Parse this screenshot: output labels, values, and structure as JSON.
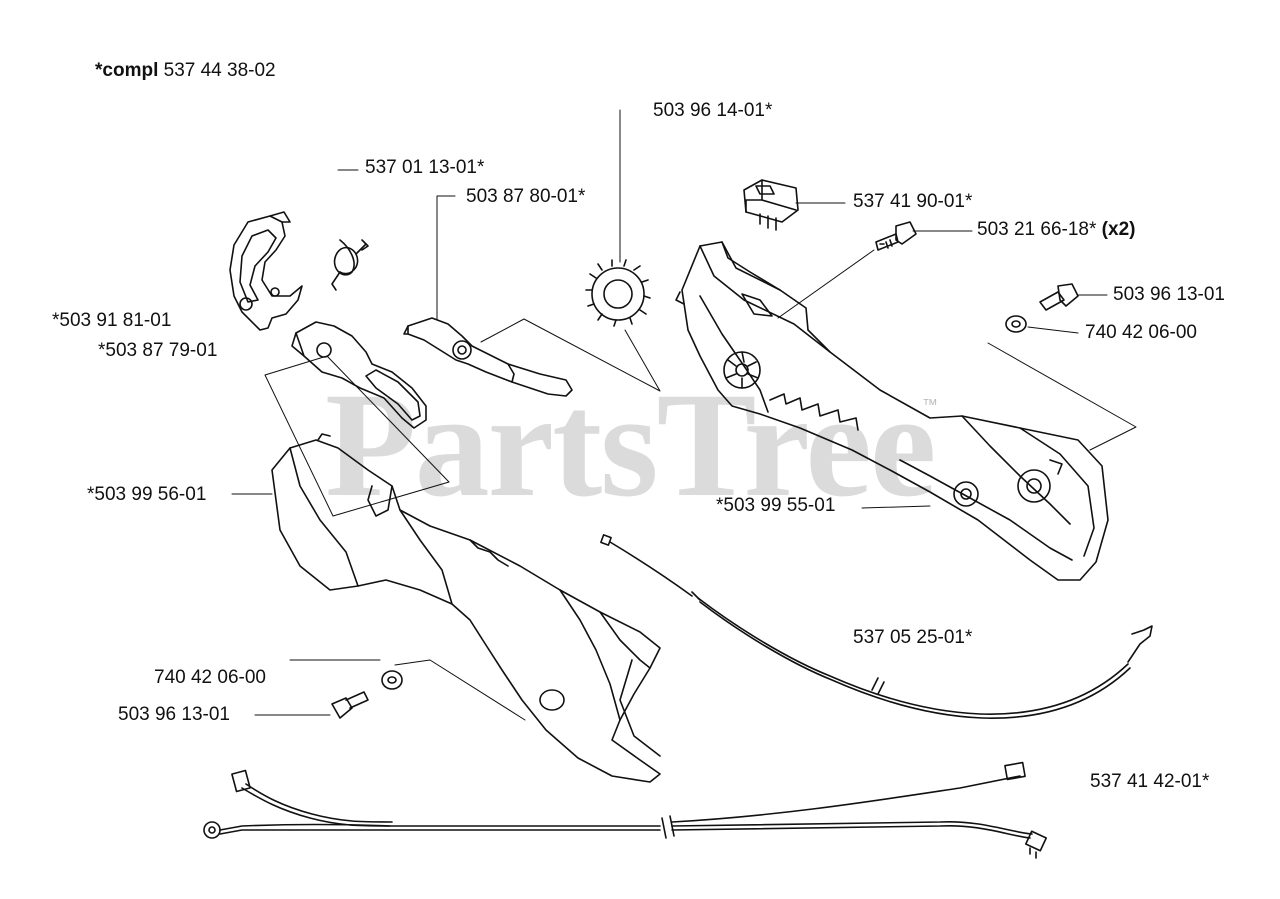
{
  "watermark": {
    "text": "PartsTree",
    "mark": "™"
  },
  "header": {
    "compl_prefix": "*compl",
    "compl_number": "537 44 38-02"
  },
  "labels": {
    "p537011301": "537 01 13-01*",
    "p503878001": "503 87 80-01*",
    "p503961401": "503 96 14-01*",
    "p537419001": "537 41 90-01*",
    "p503216618": "503 21 66-18*",
    "p503216618_qty": "(x2)",
    "p503961301_top": "503 96 13-01",
    "p740420600_top": "740 42 06-00",
    "p503918101": "*503 91 81-01",
    "p503877901": "*503 87 79-01",
    "p503995601": "*503 99 56-01",
    "p503995501": "*503 99 55-01",
    "p537052501": "537 05 25-01*",
    "p740420600_bot": "740 42 06-00",
    "p503961301_bot": "503 96 13-01",
    "p537414201": "537 41 42-01*"
  }
}
